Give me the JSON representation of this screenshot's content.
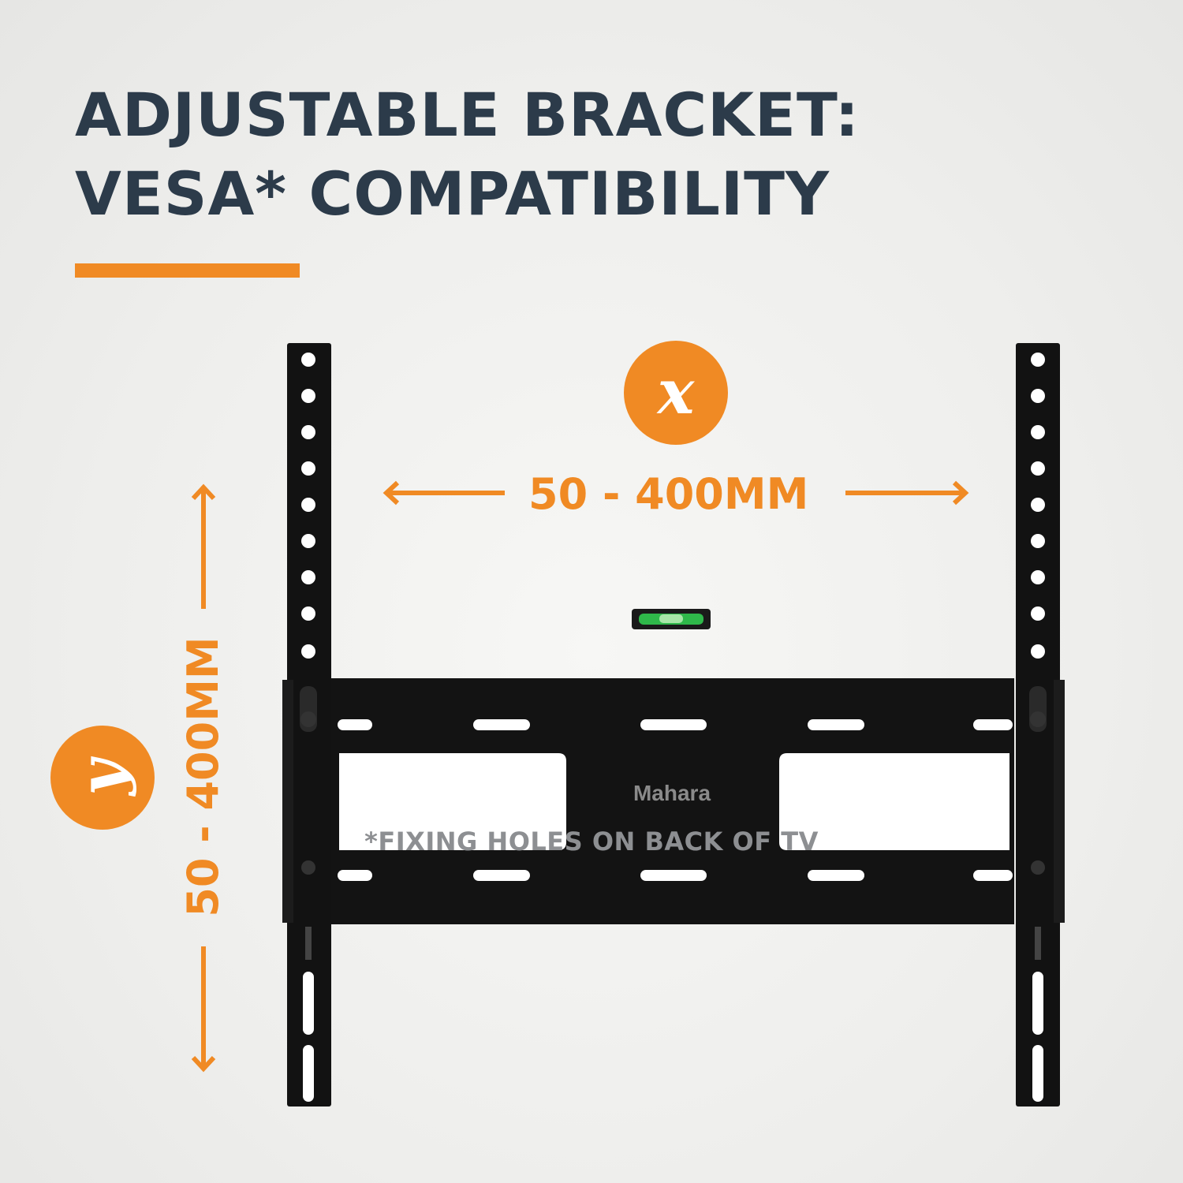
{
  "headline": {
    "line1": "ADJUSTABLE BRACKET:",
    "line2": "VESA* COMPATIBILITY"
  },
  "dimensions": {
    "x": {
      "axis_symbol": "x",
      "range_label": "50 - 400MM"
    },
    "y": {
      "axis_symbol": "y",
      "range_label": "50 - 400MM"
    }
  },
  "bracket": {
    "brand": "Mahara",
    "color": "#111111",
    "bubble_level_color": "#2fb84a"
  },
  "footnote": "*FIXING HOLES ON BACK OF TV",
  "colors": {
    "accent": "#f08a24",
    "headline": "#2c3b4a",
    "footnote": "#8d8f92"
  },
  "icons": [
    "left-arrow-icon",
    "right-arrow-icon",
    "up-arrow-icon",
    "down-arrow-icon"
  ]
}
